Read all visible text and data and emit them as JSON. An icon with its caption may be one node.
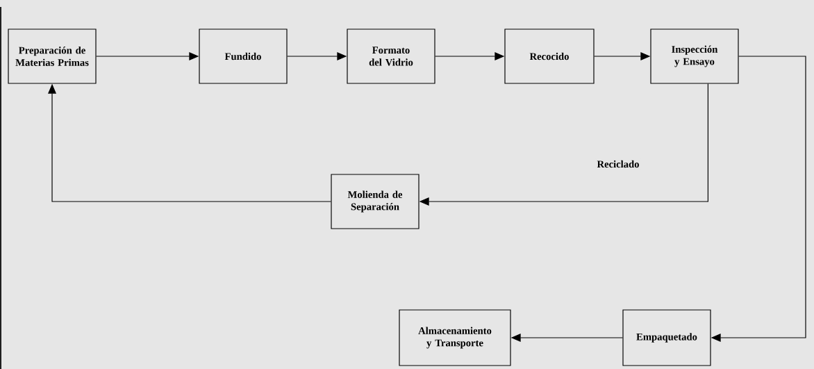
{
  "diagram": {
    "nodes": [
      {
        "text": [
          "Preparación de Materias Primas"
        ]
      },
      {
        "text": [
          "Fundido"
        ]
      },
      {
        "text": [
          "Formato del Vidrio"
        ]
      },
      {
        "text": [
          "Recocido"
        ]
      },
      {
        "text": [
          "Inspección y Ensayo"
        ]
      },
      {
        "text": [
          "Molienda de Separación"
        ]
      },
      {
        "text": [
          "Empaquetado"
        ]
      },
      {
        "text": [
          "Almacenamiento y Transporte"
        ]
      }
    ],
    "edges": [
      {
        "from": 0,
        "to": 1,
        "arrow": "to"
      },
      {
        "from": 1,
        "to": 2,
        "arrow": "to"
      },
      {
        "from": 2,
        "to": 3,
        "arrow": "to"
      },
      {
        "from": 3,
        "to": 4,
        "arrow": "to"
      },
      {
        "from": 4,
        "to": 5,
        "arrow": "to",
        "label": "Reciclado"
      },
      {
        "from": 5,
        "to": 0,
        "arrow": "to"
      },
      {
        "from": 4,
        "to": 6,
        "arrow": "to"
      },
      {
        "from": 6,
        "to": 7,
        "arrow": "to"
      }
    ]
  }
}
